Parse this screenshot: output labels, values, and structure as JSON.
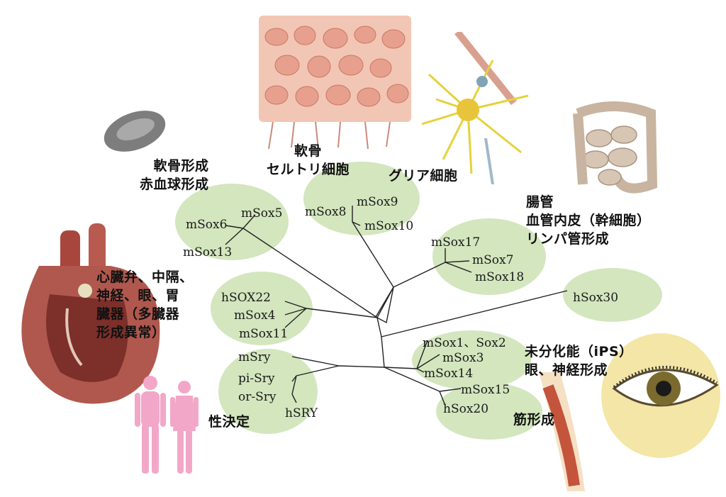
{
  "colors": {
    "cluster_fill": "#d3e6be",
    "branch": "#222222",
    "label_text": "#111111",
    "body_figure": "#f2a7c8"
  },
  "illustrations": {
    "red_blood_cell": "red-blood-cell-illustration",
    "cartilage_tissue": "cartilage-tissue-illustration",
    "glial_cell": "glial-cell-illustration",
    "intestine": "intestine-illustration",
    "heart": "heart-illustration",
    "human_figures": "human-figures-illustration",
    "eye": "eye-illustration",
    "muscle": "muscle-illustration"
  },
  "functions": {
    "cartilage_rbc": "軟骨形成\n赤血球形成",
    "cartilage_sertoli": "軟骨\nセルトリ細胞",
    "glia": "グリア細胞",
    "intestine_vessel": "腸管\n血管内皮（幹細胞）\nリンパ管形成",
    "heart": "心臓弁、中隔、\n神経、眼、胃\n臓器（多臓器\n形成異常）",
    "sex": "性決定",
    "ips": "未分化能（iPS）\n眼、神経形成",
    "muscle": "筋形成"
  },
  "genes": {
    "mSox5": "mSox5",
    "mSox6": "mSox6",
    "mSox13": "mSox13",
    "mSox8": "mSox8",
    "mSox9": "mSox9",
    "mSox10": "mSox10",
    "mSox17": "mSox17",
    "mSox7": "mSox7",
    "mSox18": "mSox18",
    "hSOX22": "hSOX22",
    "mSox4": "mSox4",
    "mSox11": "mSox11",
    "hSox30": "hSox30",
    "mSox1_Sox2": "mSox1、Sox2",
    "mSox3": "mSox3",
    "mSox14": "mSox14",
    "mSox15": "mSox15",
    "hSox20": "hSox20",
    "mSry": "mSry",
    "pi_Sry": "pi-Sry",
    "or_Sry": "or-Sry",
    "hSRY": "hSRY"
  }
}
